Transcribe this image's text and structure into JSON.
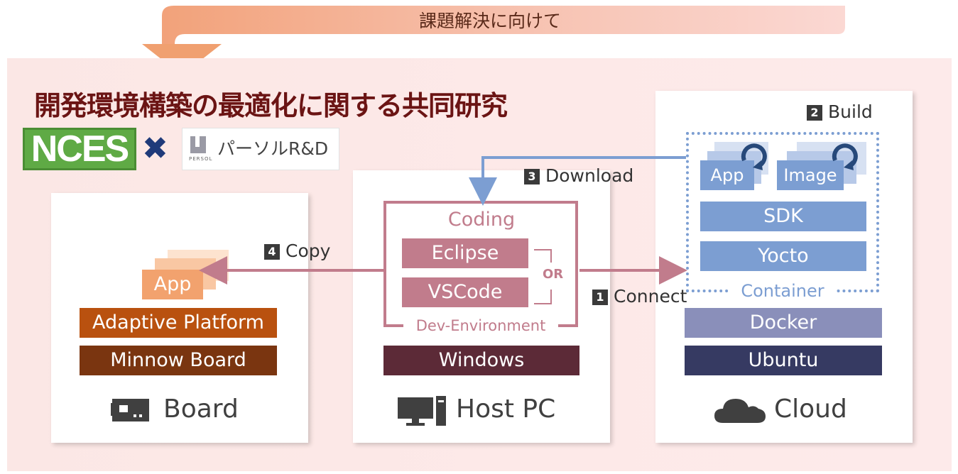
{
  "banner": {
    "text": "課題解決に向けて"
  },
  "title": "開発環境構築の最適化に関する共同研究",
  "logos": {
    "nces": "NCES",
    "times": "✖",
    "persol_small": "PERSOL",
    "persol": "パーソルR&D"
  },
  "board": {
    "app": "App",
    "layers": [
      "Adaptive Platform",
      "Minnow Board"
    ],
    "label": "Board"
  },
  "host": {
    "coding": "Coding",
    "eclipse": "Eclipse",
    "or": "OR",
    "vscode": "VSCode",
    "dev_env": "Dev-Environment",
    "os": "Windows",
    "label": "Host PC"
  },
  "cloud": {
    "app": "App",
    "image": "Image",
    "sdk": "SDK",
    "yocto": "Yocto",
    "container": "Container",
    "docker": "Docker",
    "ubuntu": "Ubuntu",
    "label": "Cloud"
  },
  "steps": [
    {
      "num": "1",
      "text": "Connect"
    },
    {
      "num": "2",
      "text": "Build"
    },
    {
      "num": "3",
      "text": "Download"
    },
    {
      "num": "4",
      "text": "Copy"
    }
  ],
  "colors": {
    "brown": "#b9510f",
    "darkbrown": "#7a3510",
    "maroon": "#5c2a37",
    "rose": "#c17c8c",
    "blue": "#7c9ed2",
    "docker": "#8a8fba",
    "ubuntu": "#363a62",
    "title": "#6b1414"
  }
}
